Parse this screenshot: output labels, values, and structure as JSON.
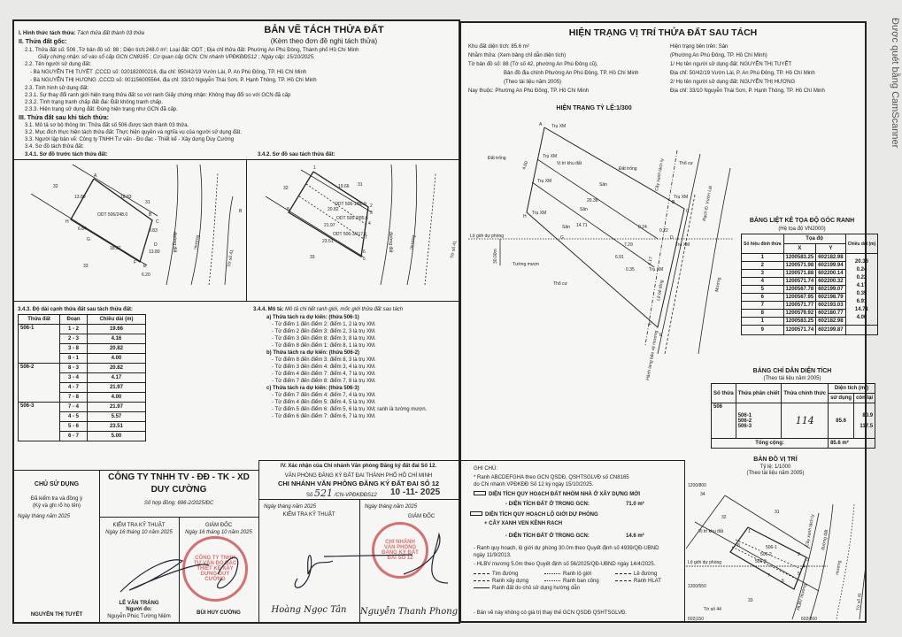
{
  "watermark": "Được quét bằng CamScanner",
  "left": {
    "title": "BẢN VẼ TÁCH THỬA ĐẤT",
    "subtitle": "(Kèm theo đơn đề nghị tách thửa)",
    "s1_label": "I. Hình thức tách thửa:",
    "s1_value": "Tách thửa đất thành 03 thửa",
    "s2": "II. Thửa đất gốc:",
    "s2_1": "2.1. Thửa đất số: 506 ,Tờ bản đồ số: 88 ; Diện tích:248.0 m²; Loại đất: ODT ; Địa chỉ thửa đất: Phường An Phú Đông, Thành phố Hồ Chí Minh",
    "s2_1b": "Giấy chứng nhận: số vào sổ cấp GCN CN8165 ; Cơ quan cấp GCN: Chi nhánh VPĐKĐĐS12 ; Ngày cấp: 15/10/2025.",
    "s2_2": "2.2. Tên người sử dụng đất:",
    "owner1": "- Bà NGUYỄN THỊ TUYẾT ,CCCD số: 020182000216, địa chỉ: 950/42/19 Vườn Lài, P. An Phú Đông, TP. Hồ Chí Minh",
    "owner2": "- Bà NGUYỄN THỊ HƯƠNG ,CCCD số: 001156005564, địa chỉ: 33/10 Nguyễn Thái Sơn, P. Hạnh Thông, TP. Hồ Chí Minh",
    "s2_3": "2.3. Tình hình sử dụng đất:",
    "s2_3_1": "2.3.1. Sự thay đổi ranh giới hiện trạng thửa đất so với ranh Giấy chứng nhận: Không thay đổi so với GCN đã cấp",
    "s2_3_2": "2.3.2. Tình trạng tranh chấp đất đai: Đất không tranh chấp.",
    "s2_3_3": "2.3.3. Hiện trạng sử dụng đất: Đúng hiện trạng như GCN đã cấp.",
    "s3": "III. Thửa đất sau khi tách thửa:",
    "s3_1": "3.1. Mô tả sơ bộ thông tin: Thửa đất số 506 được tách thành 03 thửa.",
    "s3_2": "3.2. Mục đích thực hiện tách thửa đất: Thực hiện quyền và nghĩa vụ của người sử dụng đất.",
    "s3_3": "3.3. Người lập bản vẽ: Công ty TNHH Tư vấn - Đo đạc - Thiết kế - Xây dựng Duy Cường",
    "s3_4": "3.4. Sơ đồ tách thửa đất:",
    "s3_4_1": "3.4.1. Sơ đồ trước tách thửa đất:",
    "s3_4_2": "3.4.2. Sơ đồ sau tách thửa đất:",
    "sketch1": {
      "labels": [
        "A",
        "B",
        "C",
        "D",
        "E",
        "F",
        "G",
        "H",
        "32",
        "31",
        "33",
        "ODT 506/248.0",
        "13.80",
        "18.83",
        "0.83",
        "13.80",
        "18.37",
        "6.84",
        "6.20",
        "đường đất",
        "mương",
        "Tờ số 41",
        "B"
      ]
    },
    "sketch2": {
      "labels": [
        "1",
        "2",
        "3",
        "4",
        "5",
        "6",
        "7",
        "8",
        "32",
        "31",
        "33",
        "19.66",
        "ODT 506-1/80.9",
        "20.82",
        "ODT 506-2/85.6",
        "21.97",
        "ODT 506-3/117.5",
        "23.51",
        "đường đất",
        "mương",
        "Tờ số 41"
      ]
    },
    "s3_4_3": "3.4.3. Độ dài cạnh thửa đất sau tách thửa đất:",
    "edge_table": {
      "headers": [
        "Thửa đất",
        "Đoạn",
        "Chiều dài (m)"
      ],
      "groups": [
        {
          "parcel": "506-1",
          "rows": [
            [
              "1 - 2",
              "19.66"
            ],
            [
              "2 - 3",
              "4.16"
            ],
            [
              "3 - 8",
              "20.82"
            ],
            [
              "8 - 1",
              "4.00"
            ]
          ]
        },
        {
          "parcel": "506-2",
          "rows": [
            [
              "8 - 3",
              "20.82"
            ],
            [
              "3 - 4",
              "4.17"
            ],
            [
              "4 - 7",
              "21.97"
            ],
            [
              "7 - 8",
              "4.00"
            ]
          ]
        },
        {
          "parcel": "506-3",
          "rows": [
            [
              "7 - 4",
              "21.97"
            ],
            [
              "4 - 5",
              "5.57"
            ],
            [
              "5 - 6",
              "23.51"
            ],
            [
              "6 - 7",
              "5.00"
            ]
          ]
        }
      ]
    },
    "s3_4_4_label": "3.4.4. Mô tả:",
    "s3_4_4_value": "Mô tả chi tiết ranh giới, mốc giới thửa đất sau tách",
    "desc": [
      {
        "head": "a) Thửa tách ra dự kiến: (thửa 506-1)",
        "items": [
          "- Từ điểm 1 đến điểm 2: điểm 1, 2 là trụ XM.",
          "- Từ điểm 2 đến điểm 3: điểm 2, 3 là trụ XM.",
          "- Từ điểm 3 đến điểm 8: điểm 3, 8 là trụ XM.",
          "- Từ điểm 8 đến điểm 1: điểm 8, 1 là trụ XM."
        ]
      },
      {
        "head": "b) Thửa tách ra dự kiến: (thửa 506-2)",
        "items": [
          "- Từ điểm 8 đến điểm 3: điểm 8, 3 là trụ XM.",
          "- Từ điểm 3 đến điểm 4: điểm 3, 4 là trụ XM.",
          "- Từ điểm 4 đến điểm 7: điểm 4, 7 là trụ XM.",
          "- Từ điểm 7 đến điểm 8: điểm 7, 8 là trụ XM."
        ]
      },
      {
        "head": "c) Thửa tách ra dự kiến: (thửa 506-3)",
        "items": [
          "- Từ điểm 7 đến điểm 4: điểm 7, 4 là trụ XM.",
          "- Từ điểm 4 đến điểm 5: điểm 4, 5 là trụ XM.",
          "- Từ điểm 5 đến điểm 6: điểm 5, 6 là trụ XM; ranh là tường mượn.",
          "- Từ điểm 6 đến điểm 7: điểm 6, 7 là trụ XM."
        ]
      }
    ],
    "owner_block": {
      "title": "CHỦ SỬ DỤNG",
      "line1": "Đã kiểm tra và đồng ý",
      "line2": "(Ký và ghi rõ họ tên)",
      "date": "Ngày     tháng     năm 2025",
      "name": "NGUYỄN THỊ TUYẾT"
    },
    "company": {
      "name1": "CÔNG TY TNHH TV - ĐĐ - TK - XD",
      "name2": "DUY CƯỜNG",
      "contract": "Số hợp đồng: 696-2/2025/ĐC",
      "check_title": "KIỂM TRA KỸ THUẬT",
      "check_date": "Ngày 16 tháng 10 năm 2025",
      "check_name": "LÊ VĂN TRÁNG",
      "surveyor_label": "Người đo:",
      "surveyor": "Nguyễn Phúc Tường Niệm",
      "director_title": "GIÁM ĐỐC",
      "director_date": "Ngày 16 tháng 10 năm 2025",
      "director_name": "BÙI HUY CƯỜNG",
      "stamp": "CÔNG TY TNHH TƯ VẤN ĐO ĐẠC THIẾT KẾ XÂY DỰNG DUY CƯỜNG"
    },
    "office": {
      "title": "IV. Xác nhận của Chi nhánh Văn phòng Đăng ký đất đai Số 12.",
      "line1": "VĂN PHÒNG ĐĂNG KÝ ĐẤT ĐAI THÀNH PHỐ HỒ CHÍ MINH",
      "line2": "CHI NHÁNH VĂN PHÒNG ĐĂNG KÝ ĐẤT ĐAI SỐ 12",
      "number_prefix": "Số",
      "number": "521",
      "number_suffix": "/CN-VPĐKĐĐS12",
      "stamped_date": "10 -11- 2025",
      "left_date": "Ngày     tháng     năm 2025",
      "left_title": "KIỂM TRA KỸ THUẬT",
      "left_name": "Hoàng Ngọc Tân",
      "right_date": "Ngày     tháng     năm 2025",
      "right_title": "GIÁM ĐỐC",
      "right_name": "Nguyễn Thanh Phong",
      "stamp": "CHI NHÁNH VĂN PHÒNG ĐĂNG KÝ ĐẤT ĐAI SỐ 12"
    }
  },
  "right": {
    "title": "HIỆN TRẠNG VỊ TRÍ THỬA ĐẤT SAU TÁCH",
    "info_left": [
      "Khu đất diện tích: 85.6 m²",
      "Nhằm thửa: (Xem bảng chỉ dẫn diện tích)",
      "Tờ bản đồ số: 88 (Tờ số 42, phường An Phú Đông cũ),",
      "Bản đồ địa chính Phường An Phú Đông, TP. Hồ Chí Minh",
      "(Theo tài liệu năm 2005)",
      "Nay thuộc: Phường An Phú Đông, TP. Hồ Chí Minh"
    ],
    "info_right": [
      "Hiện trạng bên trên: Sân",
      "(Phường An Phú Đông, TP. Hồ Chí Minh)",
      "1/ Họ tên người sử dụng đất: NGUYỄN THỊ TUYẾT",
      "Địa chỉ: 50/42/19 Vườn Lài, P. An Phú Đông, TP. Hồ Chí Minh",
      "2/ Họ tên người sử dụng đất: NGUYỄN THỊ HƯƠNG",
      "Địa chỉ: 33/10 Nguyễn Thái Sơn, P. Hạnh Thông, TP. Hồ Chí Minh"
    ],
    "scale_title": "HIỆN TRẠNG TỶ LỆ:1/300",
    "map_labels": [
      "A",
      "B",
      "C",
      "D",
      "E",
      "F",
      "G",
      "H",
      "Trụ XM",
      "Trụ XM",
      "Trụ XM",
      "Trụ XM",
      "Trụ XM",
      "Trụ XM",
      "Trụ XM",
      "Đất trống",
      "Đất trống",
      "Sân",
      "Sân",
      "Sân",
      "Vị trí khu đất",
      "Cây xanh tách ly",
      "Thổ cư",
      "Thổ cư",
      "Rạch Đ. Vườn Lài",
      "Lộ giới dự phòng",
      "30.00m",
      "Tường mượn",
      "20.36",
      "14.71",
      "7.29",
      "6.91",
      "0.24",
      "0.22",
      "0.35",
      "4.17",
      "4.00",
      "Lề bê tông",
      "Mương",
      "Hành lang bảo vệ mương"
    ],
    "coord_table": {
      "title": "BẢNG LIỆT KÊ TỌA ĐỘ GÓC RANH",
      "subtitle": "(Hệ tọa độ VN2000)",
      "h_point": "Số hiệu đỉnh thửa",
      "h_coord": "Tọa độ",
      "h_x": "X",
      "h_y": "Y",
      "h_len": "Chiều dài (m)",
      "rows": [
        [
          "1",
          "1200583.25",
          "602182.98"
        ],
        [
          "2",
          "1200571.98",
          "602199.94"
        ],
        [
          "3",
          "1200571.88",
          "602200.14"
        ],
        [
          "4",
          "1200571.74",
          "602200.32"
        ],
        [
          "5",
          "1200567.78",
          "602199.07"
        ],
        [
          "6",
          "1200567.95",
          "602198.79"
        ],
        [
          "7",
          "1200571.77",
          "602193.03"
        ],
        [
          "8",
          "1200579.92",
          "602180.77"
        ],
        [
          "1",
          "1200583.25",
          "602182.98"
        ]
      ],
      "lengths": [
        "20.36",
        "0.24",
        "0.22",
        "4.17",
        "0.35",
        "6.91",
        "14.71",
        "4.00"
      ],
      "extra": [
        "9",
        "1200571.74",
        "602199.87"
      ]
    },
    "area_table": {
      "title": "BẢNG CHỈ DẪN DIỆN TÍCH",
      "subtitle": "(Theo tài liệu năm 2005)",
      "h_parcel": "Số thửa",
      "h_split": "Thửa phân chiết",
      "h_official": "Thửa chính thức",
      "h_area": "Diện tích (m²)",
      "h_used": "sử dụng",
      "h_rest": "còn lại",
      "parcel": "506",
      "splits": [
        "506-1",
        "506-2",
        "506-3"
      ],
      "official": "114",
      "used": "85.6",
      "rest": [
        "80.9",
        "117.5"
      ],
      "total_label": "Tổng cộng:",
      "total": "85.6 m²"
    },
    "notes": {
      "title": "GHI CHÚ:",
      "n1": "* Ranh ABCDEFGHA theo GCN QSDĐ, QSHTSGLVĐ số CN8165",
      "n1b": "do Chi nhánh VPĐKĐĐ Số 12 ký ngày 15/10/2025.",
      "legend1": "DIỆN TÍCH QUY HOẠCH ĐẤT NHÓM NHÀ Ở XÂY DỰNG MỚI",
      "legend1_sub": "- DIỆN TÍCH ĐẤT Ở TRONG GCN:",
      "legend1_val": "71.0 m²",
      "legend2": "DIỆN TÍCH QUY HOẠCH LỘ GIỚI DỰ PHÒNG",
      "legend2b": "+ CÂY XANH VEN KÊNH RẠCH",
      "legend2_sub": "- DIỆN TÍCH ĐẤT Ở TRONG GCN:",
      "legend2_val": "14.6 m²",
      "n2": "- Ranh quy hoạch, lộ giới dự phòng 30.0m theo Quyết định số 4939/QĐ-UBND",
      "n2b": "ngày 11/9/2013.",
      "n3": "- HLBV mương 5.0m theo Quyết định số 56/2025/QĐ-UBND ngày 14/4/2025.",
      "lines": [
        "Tim đường",
        "Ranh lộ giới",
        "Lề đường",
        "Ranh xây dựng",
        "Ranh ban công",
        "Ranh HLAT",
        "Ranh đất do chủ sử dụng hướng dẫn"
      ],
      "n4": "- Bản vẽ này không có giá trị thay thế GCN QSDĐ QSHTSGLVĐ."
    },
    "location_map": {
      "title": "BẢN ĐỒ VỊ TRÍ",
      "scale": "Tỷ lệ: 1/1000",
      "source": "(Theo tài liệu năm 2005)",
      "labels": [
        "32",
        "31",
        "33",
        "34",
        "Vị trí khu đất",
        "506-1",
        "506-2",
        "506-3",
        "1",
        "2",
        "3",
        "4",
        "5",
        "6",
        "7",
        "8",
        "Lộ giới dự phòng",
        "Cây xanh tách ly",
        "đường đất",
        "mương",
        "HLBV mương",
        "Tờ số 44",
        "Tờ số 41"
      ],
      "grid": [
        "1200/800",
        "1200/550",
        "602|150",
        "602|200"
      ]
    }
  }
}
